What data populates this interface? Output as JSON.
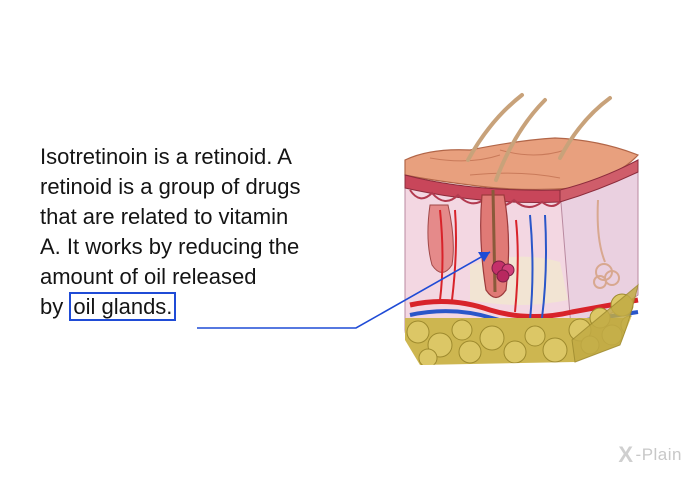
{
  "text": {
    "line1": "Isotretinoin is a retinoid. A",
    "line2": "retinoid is a group of drugs",
    "line3": "that are related to vitamin",
    "line4": "A. It works by reducing the",
    "line5": "amount of oil released",
    "line6_prefix": "by ",
    "line6_highlight": "oil glands."
  },
  "colors": {
    "pointer": "#1f4bd6",
    "epidermis": "#e8a07e",
    "dermis": "#f3d7e2",
    "fat": "#cdb650",
    "artery": "#d8232a",
    "vein": "#2a56c9"
  },
  "logo": {
    "mark": "X",
    "text": "-Plain"
  }
}
